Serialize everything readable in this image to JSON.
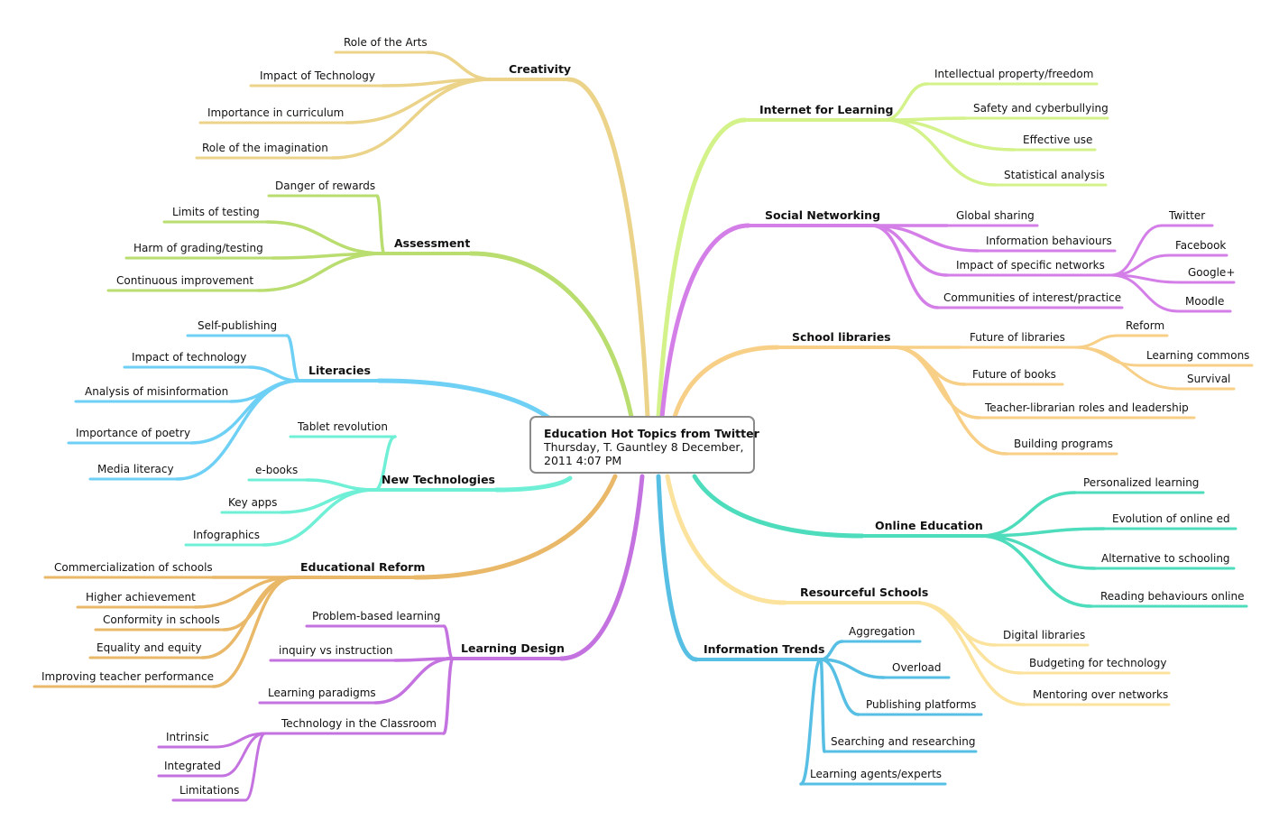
{
  "central": {
    "title": "Education Hot Topics from Twitter",
    "subtitle_line1": "Thursday, T. Gauntley 8 December,",
    "subtitle_line2": "2011 4:07 PM"
  },
  "colors": {
    "creativity": "#ecd38a",
    "assessment": "#b9dd6f",
    "literacies": "#6fd0f5",
    "new_technologies": "#6ff0d6",
    "educational_reform": "#e9b868",
    "learning_design": "#c472e0",
    "internet_for_learning": "#d3f28a",
    "social_networking": "#d47ee8",
    "school_libraries": "#f8cf86",
    "online_education": "#4ddcbc",
    "resourceful_schools": "#fbe39e",
    "information_trends": "#57bfe4"
  },
  "branches": [
    {
      "id": "creativity",
      "label": "Creativity",
      "children": [
        {
          "label": "Role of the Arts"
        },
        {
          "label": "Impact of Technology"
        },
        {
          "label": "Importance in curriculum"
        },
        {
          "label": "Role of the imagination"
        }
      ]
    },
    {
      "id": "assessment",
      "label": "Assessment",
      "children": [
        {
          "label": "Danger of rewards"
        },
        {
          "label": "Limits of testing"
        },
        {
          "label": "Harm of grading/testing"
        },
        {
          "label": "Continuous improvement"
        }
      ]
    },
    {
      "id": "literacies",
      "label": "Literacies",
      "children": [
        {
          "label": "Self-publishing"
        },
        {
          "label": "Impact of technology"
        },
        {
          "label": "Analysis of misinformation"
        },
        {
          "label": "Importance of poetry"
        },
        {
          "label": "Media literacy"
        }
      ]
    },
    {
      "id": "new_technologies",
      "label": "New Technologies",
      "children": [
        {
          "label": "Tablet revolution"
        },
        {
          "label": "e-books"
        },
        {
          "label": "Key apps"
        },
        {
          "label": "Infographics"
        }
      ]
    },
    {
      "id": "educational_reform",
      "label": "Educational Reform",
      "children": [
        {
          "label": "Commercialization of schools"
        },
        {
          "label": "Higher achievement"
        },
        {
          "label": "Conformity in schools"
        },
        {
          "label": "Equality and equity"
        },
        {
          "label": "Improving teacher performance"
        }
      ]
    },
    {
      "id": "learning_design",
      "label": "Learning Design",
      "children": [
        {
          "label": "Problem-based learning"
        },
        {
          "label": "inquiry vs instruction"
        },
        {
          "label": "Learning paradigms"
        },
        {
          "label": "Technology in the Classroom",
          "children": [
            {
              "label": "Intrinsic"
            },
            {
              "label": "Integrated"
            },
            {
              "label": "Limitations"
            }
          ]
        }
      ]
    },
    {
      "id": "internet_for_learning",
      "label": "Internet for Learning",
      "children": [
        {
          "label": "Intellectual property/freedom"
        },
        {
          "label": "Safety and cyberbullying"
        },
        {
          "label": "Effective use"
        },
        {
          "label": "Statistical analysis"
        }
      ]
    },
    {
      "id": "social_networking",
      "label": "Social Networking",
      "children": [
        {
          "label": "Global sharing"
        },
        {
          "label": "Information behaviours"
        },
        {
          "label": "Impact of specific networks",
          "children": [
            {
              "label": "Twitter"
            },
            {
              "label": "Facebook"
            },
            {
              "label": "Google+"
            },
            {
              "label": "Moodle"
            }
          ]
        },
        {
          "label": "Communities of interest/practice"
        }
      ]
    },
    {
      "id": "school_libraries",
      "label": "School libraries",
      "children": [
        {
          "label": "Future of libraries",
          "children": [
            {
              "label": "Reform"
            },
            {
              "label": "Learning commons"
            },
            {
              "label": "Survival"
            }
          ]
        },
        {
          "label": "Future of books"
        },
        {
          "label": "Teacher-librarian roles and leadership"
        },
        {
          "label": "Building programs"
        }
      ]
    },
    {
      "id": "online_education",
      "label": "Online Education",
      "children": [
        {
          "label": "Personalized learning"
        },
        {
          "label": "Evolution of online ed"
        },
        {
          "label": "Alternative to schooling"
        },
        {
          "label": "Reading behaviours online"
        }
      ]
    },
    {
      "id": "resourceful_schools",
      "label": "Resourceful Schools",
      "children": [
        {
          "label": "Digital libraries"
        },
        {
          "label": "Budgeting for technology"
        },
        {
          "label": "Mentoring over networks"
        }
      ]
    },
    {
      "id": "information_trends",
      "label": "Information Trends",
      "children": [
        {
          "label": "Aggregation"
        },
        {
          "label": "Overload"
        },
        {
          "label": "Publishing platforms"
        },
        {
          "label": "Searching and researching"
        },
        {
          "label": "Learning agents/experts"
        }
      ]
    }
  ]
}
